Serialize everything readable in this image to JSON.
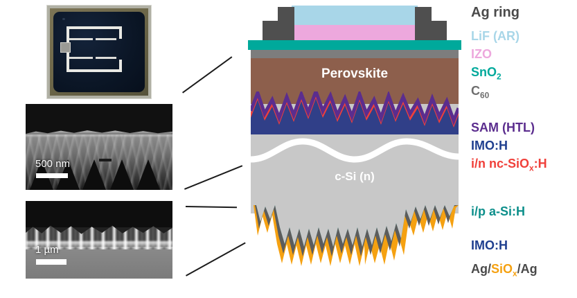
{
  "figure": {
    "type": "perovskite-silicon-tandem-solar-cell-schematic"
  },
  "panels": {
    "device_photo": {
      "name": "tandem-solar-cell-device-photograph",
      "description": "Photograph of fabricated tandem solar cell with silver contact ring and busbar fingers"
    },
    "sem_top": {
      "name": "sem-cross-section-front-texture",
      "scalebar_label": "500 nm"
    },
    "sem_bottom": {
      "name": "sem-cross-section-rear-texture",
      "scalebar_label": "1 µm"
    }
  },
  "stack": {
    "perovskite_label": "Perovskite",
    "silicon_label": "c-Si (n)",
    "layers": [
      {
        "id": "ag-ring",
        "label": "Ag ring",
        "color": "#4f4f4f"
      },
      {
        "id": "lif",
        "label": "LiF (AR)",
        "color": "#a8d6e8"
      },
      {
        "id": "izo-front",
        "label": "IZO",
        "color": "#eda8dd"
      },
      {
        "id": "sno2",
        "label": "SnO2",
        "color": "#00a99b"
      },
      {
        "id": "c60",
        "label": "C60",
        "color": "#7d7d7d"
      },
      {
        "id": "perovskite",
        "label": "Perovskite",
        "color": "#8d5f4c"
      },
      {
        "id": "sam",
        "label": "SAM (HTL)",
        "color": "#5b2d8e"
      },
      {
        "id": "imo-front",
        "label": "IMO:H",
        "color": "#1f3f8f"
      },
      {
        "id": "ncsiox",
        "label": "i/n nc-SiOx:H",
        "color": "#f0403a"
      },
      {
        "id": "csi",
        "label": "c-Si (n)",
        "color": "#c8c8c8"
      },
      {
        "id": "asih",
        "label": "i/p a-Si:H",
        "color": "#0d8f8b"
      },
      {
        "id": "imo-rear",
        "label": "IMO:H",
        "color": "#1f3f8f"
      },
      {
        "id": "ag-siox-ag",
        "label": "Ag/SiOx/Ag",
        "color": "#4f4f4f"
      }
    ]
  },
  "legend": {
    "items": [
      {
        "name": "legend-ag-ring",
        "text": "Ag ring",
        "color": "#4a4a4a",
        "size": 20
      },
      {
        "name": "legend-lif",
        "text": "LiF (AR)",
        "color": "#a8d6e8",
        "size": 18
      },
      {
        "name": "legend-izo",
        "text": "IZO",
        "color": "#eda8dd",
        "size": 18
      },
      {
        "name": "legend-sno2",
        "pre": "SnO",
        "sub": "2",
        "post": "",
        "color": "#00a99b",
        "size": 18
      },
      {
        "name": "legend-c60",
        "pre": "C",
        "sub": "60",
        "post": "",
        "color": "#6e6e6e",
        "size": 18
      },
      {
        "name": "legend-sam",
        "text": "SAM (HTL)",
        "color": "#5b2d8e",
        "size": 18
      },
      {
        "name": "legend-imo-front",
        "text": "IMO:H",
        "color": "#1f3f8f",
        "size": 18
      },
      {
        "name": "legend-ncsiox",
        "pre": "i/n nc-SiO",
        "sub": "x",
        "post": ":H",
        "color": "#f0403a",
        "size": 18
      },
      {
        "name": "legend-asih",
        "text": "i/p a-Si:H",
        "color": "#0d8f8b",
        "size": 18
      },
      {
        "name": "legend-imo-rear",
        "text": "IMO:H",
        "color": "#1f3f8f",
        "size": 18
      }
    ],
    "ag_siox_ag": {
      "name": "legend-ag-siox-ag",
      "part1": "Ag/",
      "part2_pre": "SiO",
      "part2_sub": "x",
      "part3": "/Ag",
      "color_ag": "#4a4a4a",
      "color_siox": "#f5a111",
      "size": 18
    }
  },
  "colors": {
    "lif": "#a8d6e8",
    "izo": "#eda8dd",
    "sno2": "#00a99b",
    "c60": "#7d7d7d",
    "perovskite": "#8d5f4c",
    "sam": "#5b2d8e",
    "imo": "#1f3f8f",
    "ncsiox": "#f0403a",
    "csi": "#c8c8c8",
    "asih": "#0d8f8b",
    "ag": "#4f4f4f",
    "siox": "#f5a111",
    "ag_ring": "#4f4f4f"
  }
}
